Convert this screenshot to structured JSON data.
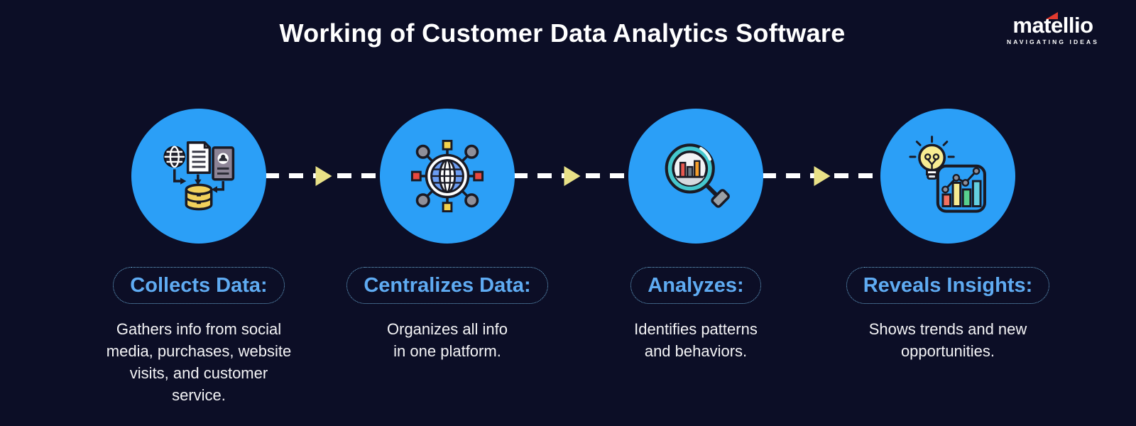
{
  "title": "Working of Customer Data Analytics Software",
  "logo": {
    "brand": "matellio",
    "tagline": "NAVIGATING IDEAS"
  },
  "colors": {
    "bg": "#0c0e26",
    "circle": "#2b9ff7",
    "label": "#5fabf2",
    "pill_border": "#6fb3dc",
    "dash": "#ffffff",
    "arrow": "#e9e187",
    "text": "#f4f4f6",
    "title": "#ffffff",
    "logo_red": "#e13a2f"
  },
  "steps": [
    {
      "label": "Collects Data:",
      "icon": "data-collection-icon",
      "description": "Gathers info from social\nmedia, purchases, website\nvisits, and customer\nservice."
    },
    {
      "label": "Centralizes Data:",
      "icon": "network-globe-icon",
      "description": "Organizes all info\nin one platform."
    },
    {
      "label": "Analyzes:",
      "icon": "magnifier-bar-chart-icon",
      "description": "Identifies patterns\nand behaviors."
    },
    {
      "label": "Reveals Insights:",
      "icon": "lightbulb-chart-icon",
      "description": "Shows trends and new\nopportunities."
    }
  ]
}
